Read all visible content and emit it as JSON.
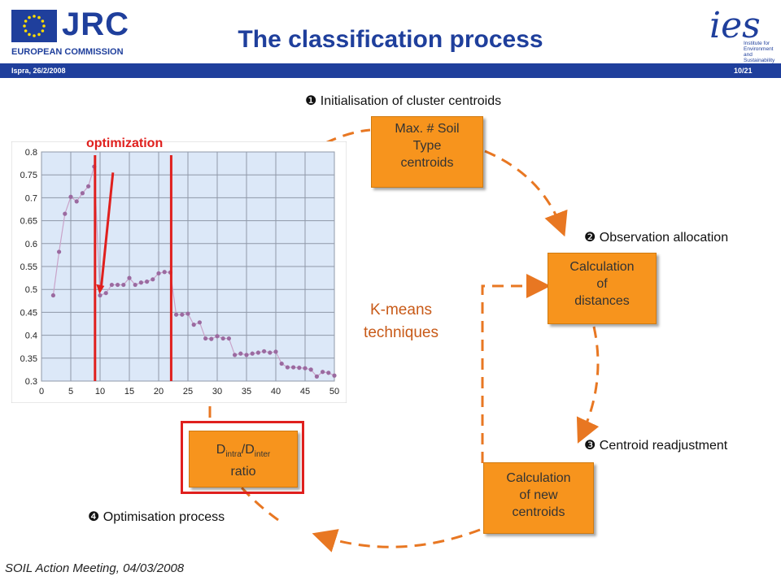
{
  "header": {
    "logo_text": "JRC",
    "logo_subtitle": "EUROPEAN COMMISSION",
    "title": "The classification process",
    "ies_text": "ies",
    "ies_subtitle": "Institute for Environment and Sustainability",
    "date": "Ispra, 26/2/2008",
    "page": "10/21"
  },
  "steps": {
    "s1": "❶ Initialisation of cluster centroids",
    "s2": "❷ Observation allocation",
    "s3": "❸ Centroid readjustment",
    "s4": "❹ Optimisation process"
  },
  "boxes": {
    "max_soil": [
      "Max. # Soil",
      "Type",
      "centroids"
    ],
    "distances": [
      "Calculation",
      "of",
      "distances"
    ],
    "new_centroids": [
      "Calculation",
      "of new",
      "centroids"
    ],
    "ratio_main": "D",
    "ratio_sub1": "intra",
    "ratio_mid": "/D",
    "ratio_sub2": "inter",
    "ratio_line2": "ratio"
  },
  "center_label": [
    "K-means",
    "techniques"
  ],
  "optimization_label": "optimization",
  "footer": "SOIL Action Meeting, 04/03/2008",
  "colors": {
    "brand_blue": "#1f3f9c",
    "orange": "#f7941d",
    "dash_orange": "#e87722",
    "red": "#e0201e",
    "chart_bg": "#dce8f8",
    "series": "#9b6aa0"
  },
  "chart_data": {
    "type": "line",
    "xlim": [
      0,
      50
    ],
    "ylim": [
      0.3,
      0.8
    ],
    "xticks": [
      0,
      5,
      10,
      15,
      20,
      25,
      30,
      35,
      40,
      45,
      50
    ],
    "yticks": [
      0.3,
      0.35,
      0.4,
      0.45,
      0.5,
      0.55,
      0.6,
      0.65,
      0.7,
      0.75,
      0.8
    ],
    "grid": true,
    "x": [
      2,
      3,
      4,
      5,
      6,
      7,
      8,
      9,
      10,
      11,
      12,
      13,
      14,
      15,
      16,
      17,
      18,
      19,
      20,
      21,
      22,
      23,
      24,
      25,
      26,
      27,
      28,
      29,
      30,
      31,
      32,
      33,
      34,
      35,
      36,
      37,
      38,
      39,
      40,
      41,
      42,
      43,
      44,
      45,
      46,
      47,
      48,
      49,
      50
    ],
    "y": [
      0.487,
      0.582,
      0.665,
      0.702,
      0.692,
      0.71,
      0.725,
      0.768,
      0.487,
      0.492,
      0.51,
      0.51,
      0.51,
      0.525,
      0.51,
      0.515,
      0.517,
      0.522,
      0.535,
      0.538,
      0.537,
      0.445,
      0.445,
      0.447,
      0.423,
      0.428,
      0.393,
      0.392,
      0.398,
      0.393,
      0.393,
      0.357,
      0.36,
      0.357,
      0.36,
      0.362,
      0.365,
      0.362,
      0.364,
      0.338,
      0.33,
      0.33,
      0.329,
      0.328,
      0.325,
      0.31,
      0.32,
      0.318,
      0.312
    ],
    "markers": [
      9,
      22
    ]
  }
}
